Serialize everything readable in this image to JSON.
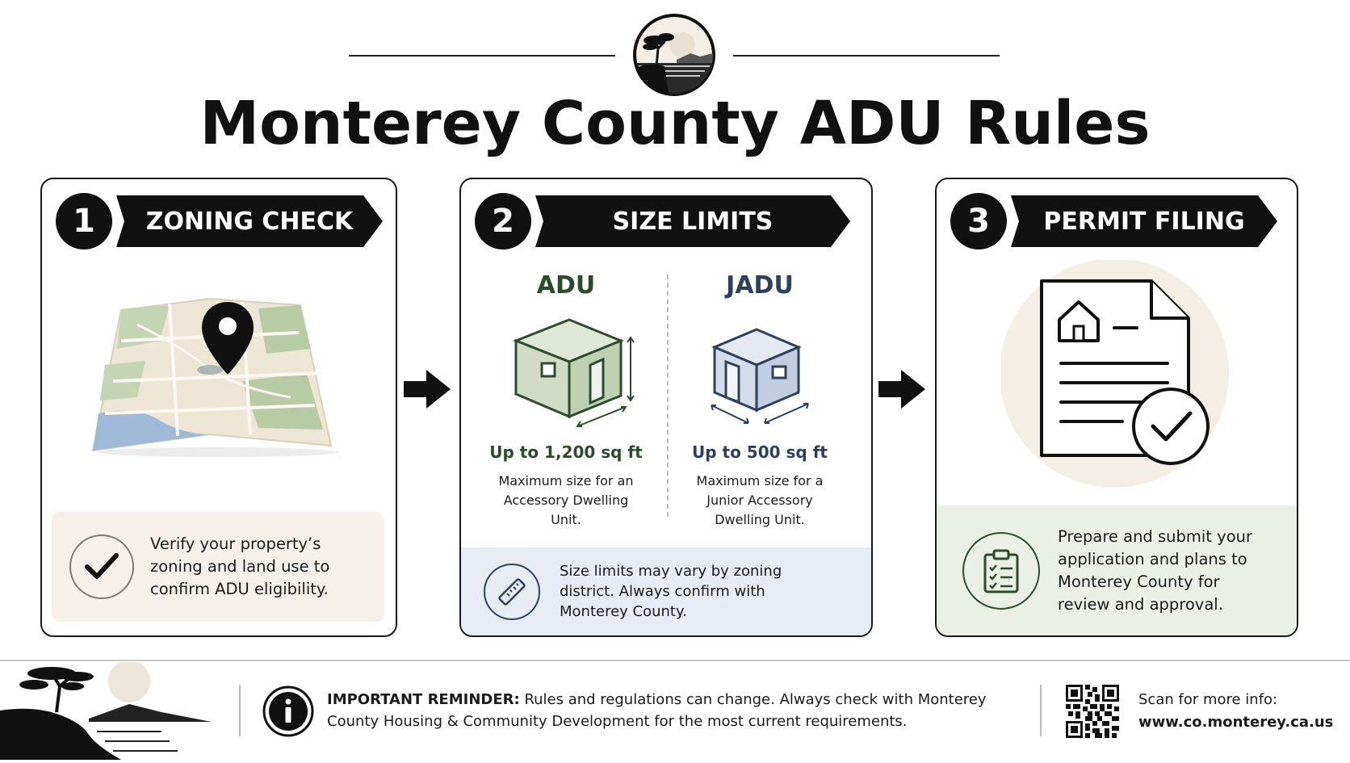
{
  "title": "Monterey County ADU Rules",
  "steps": [
    {
      "number": "1",
      "label": "ZONING CHECK",
      "note": "Verify your property’s zoning and land use to confirm ADU eligibility."
    },
    {
      "number": "2",
      "label": "SIZE LIMITS",
      "columns": [
        {
          "title": "ADU",
          "size": "Up to 1,200 sq ft",
          "desc": "Maximum size for an Accessory Dwelling Unit."
        },
        {
          "title": "JADU",
          "size": "Up to 500 sq ft",
          "desc": "Maximum size for a Junior Accessory Dwelling Unit."
        }
      ],
      "note": "Size limits may vary by zoning district. Always confirm with Monterey County."
    },
    {
      "number": "3",
      "label": "PERMIT FILING",
      "note": "Prepare and submit your application and plans to Monterey County for review and approval."
    }
  ],
  "footer": {
    "reminder_label": "IMPORTANT REMINDER:",
    "reminder_text": "Rules and regulations can change. Always check with Monterey County Housing & Community Development for the most current requirements.",
    "scan_label": "Scan for more info:",
    "url": "www.co.monterey.ca.us"
  },
  "colors": {
    "dark": "#111111",
    "adu_green": "#2f4a2f",
    "jadu_blue": "#2f3f5c",
    "zoning_note_bg": "#f5f1ea",
    "size_note_bg": "#e7ecf4",
    "permit_note_bg": "#eaf0e6"
  },
  "icons": [
    "cypress-coast-logo-icon",
    "map-pin-icon",
    "checkmark-icon",
    "arrow-right-icon",
    "ruler-icon",
    "document-house-icon",
    "clipboard-checklist-icon",
    "info-icon",
    "qr-code-icon"
  ]
}
